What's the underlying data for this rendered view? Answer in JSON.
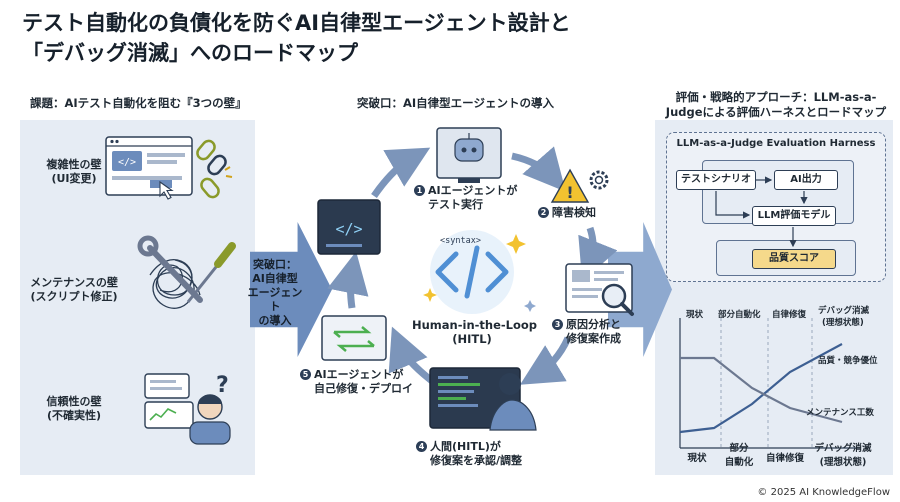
{
  "title": {
    "line1": "テスト自動化の負債化を防ぐAI自律型エージェント設計と",
    "line2": "「デバッグ消滅」へのロードマップ"
  },
  "left": {
    "heading": "課題：AIテスト自動化を阻む『3つの壁』",
    "walls": [
      {
        "line1": "複雑性の壁",
        "line2": "(UI変更)"
      },
      {
        "line1": "メンテナンスの壁",
        "line2": "(スクリプト修正)"
      },
      {
        "line1": "信頼性の壁",
        "line2": "(不確実性)"
      }
    ]
  },
  "transition": {
    "line1": "突破口：",
    "line2": "AI自律型",
    "line3": "エージェント",
    "line4": "の導入"
  },
  "center": {
    "heading": "突破口：AI自律型エージェントの導入",
    "hub_tag": "<syntax>",
    "hub_title_line1": "Human-in-the-Loop",
    "hub_title_line2": "(HITL)",
    "steps": [
      {
        "num": "1",
        "line1": "AIエージェントが",
        "line2": "テスト実行"
      },
      {
        "num": "2",
        "line1": "障害検知",
        "line2": ""
      },
      {
        "num": "3",
        "line1": "原因分析と",
        "line2": "修復案作成"
      },
      {
        "num": "4",
        "line1": "人間(HITL)が",
        "line2": "修復案を承認/調整"
      },
      {
        "num": "5",
        "line1": "AIエージェントが",
        "line2": "自己修復・デプロイ"
      }
    ]
  },
  "right": {
    "heading_line1": "評価・戦略的アプローチ：LLM-as-a-",
    "heading_line2": "Judgeによる評価ハーネスとロードマップ",
    "harness_title": "LLM-as-a-Judge Evaluation Harness",
    "boxes": {
      "scenario": "テストシナリオ",
      "ai_output": "AI出力",
      "llm_model": "LLM評価モデル",
      "quality": "品質スコア"
    },
    "roadmap": {
      "stages_top": [
        "現状",
        "部分自動化",
        "自律修復",
        "デバッグ消滅",
        "(理想状態)"
      ],
      "stages_bottom": [
        {
          "line1": "現状",
          "line2": ""
        },
        {
          "line1": "部分",
          "line2": "自動化"
        },
        {
          "line1": "自律修復",
          "line2": ""
        },
        {
          "line1": "デバッグ消滅",
          "line2": "(理想状態)"
        }
      ],
      "series_rising": "品質・競争優位",
      "series_falling": "メンテナンス工数"
    }
  },
  "footer": "© 2025 AI KnowledgeFlow",
  "colors": {
    "accent": "#6c8cbc",
    "dark": "#2c3e57",
    "panel": "#e6ecf4",
    "screen": "#2b3a4f",
    "highlight": "#f5d98b",
    "warn": "#f2c230"
  }
}
